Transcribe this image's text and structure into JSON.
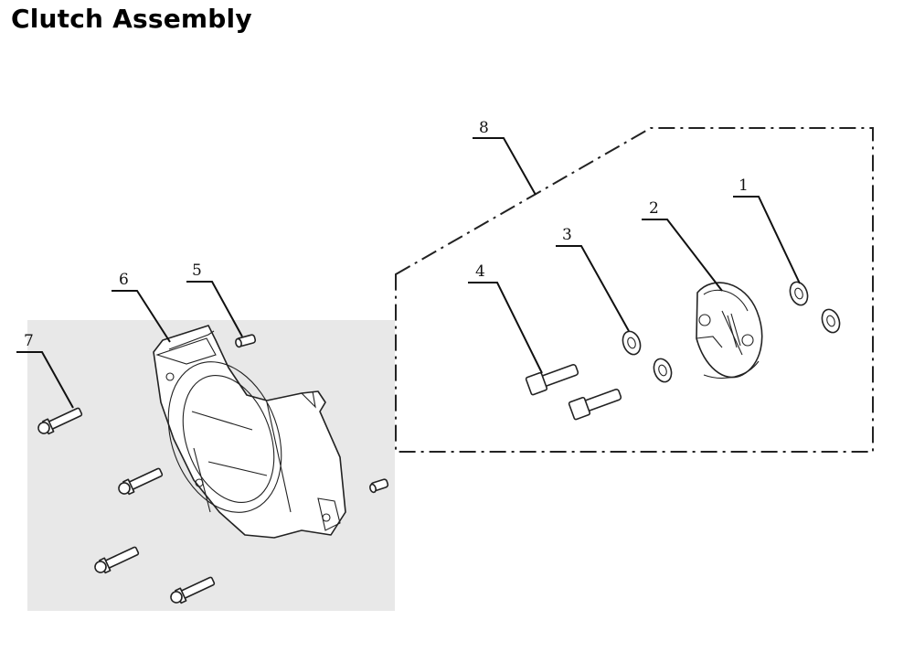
{
  "page": {
    "title": "Clutch Assembly"
  },
  "callouts": [
    "1",
    "2",
    "3",
    "4",
    "5",
    "6",
    "7",
    "8"
  ],
  "colors": {
    "inset_background": "#e8e8e8",
    "line": "#222222"
  }
}
